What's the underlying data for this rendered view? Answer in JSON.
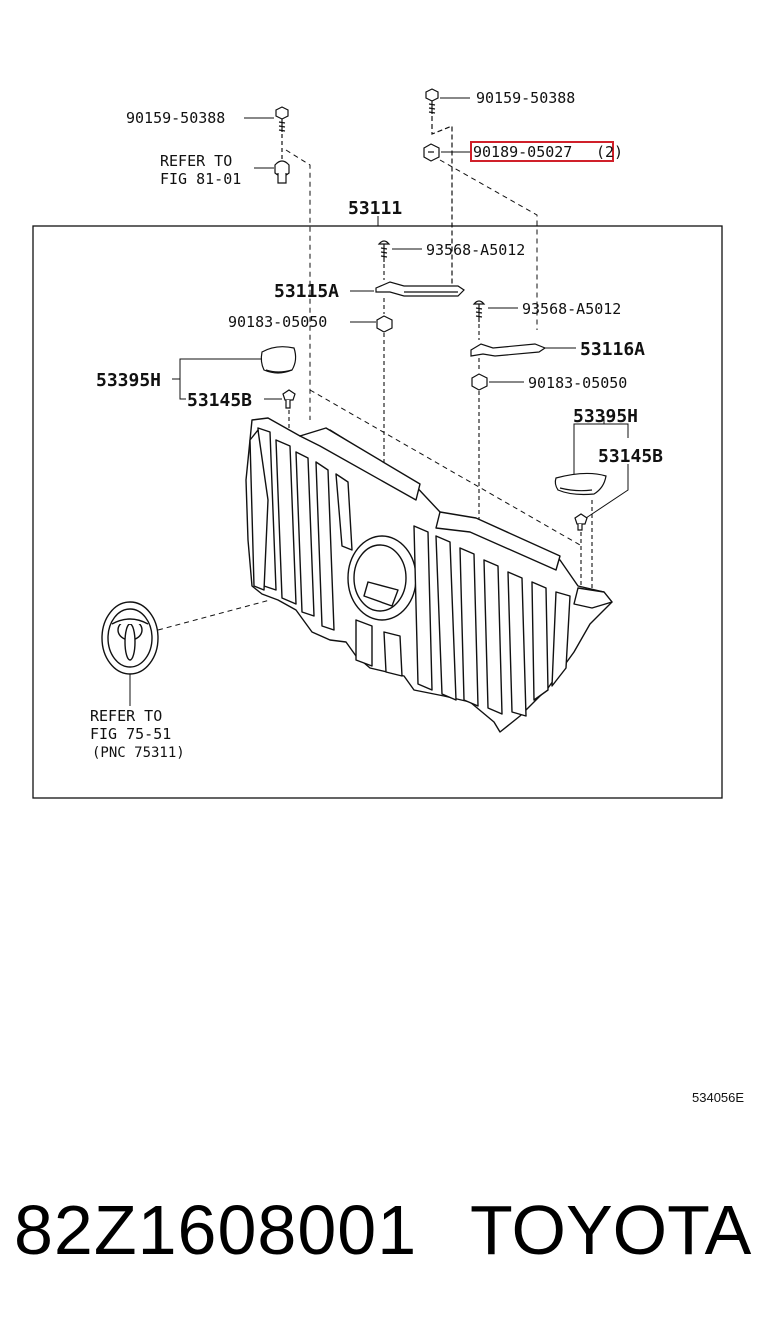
{
  "diagram": {
    "callouts": {
      "bolt_top_left": "90159-50388",
      "bolt_top_right": "90159-50388",
      "highlighted_nut": "90189-05027",
      "highlighted_nut_qty": "(2)",
      "refer_left_1": "REFER TO",
      "refer_left_2": "FIG 81-01",
      "assembly": "53111",
      "screw_a": "93568-A5012",
      "bracket_a": "53115A",
      "nut_a": "90183-05050",
      "screw_b": "93568-A5012",
      "bracket_b": "53116A",
      "nut_b": "90183-05050",
      "pad_left": "53395H",
      "clip_left": "53145B",
      "pad_right": "53395H",
      "clip_right": "53145B",
      "refer_emblem_1": "REFER TO",
      "refer_emblem_2": "FIG 75-51",
      "refer_emblem_3": "(PNC 75311)"
    },
    "code": "534056E",
    "highlight_color": "#d0202a"
  },
  "footer": {
    "part_number": "82Z1608001",
    "brand": "TOYOTA"
  }
}
